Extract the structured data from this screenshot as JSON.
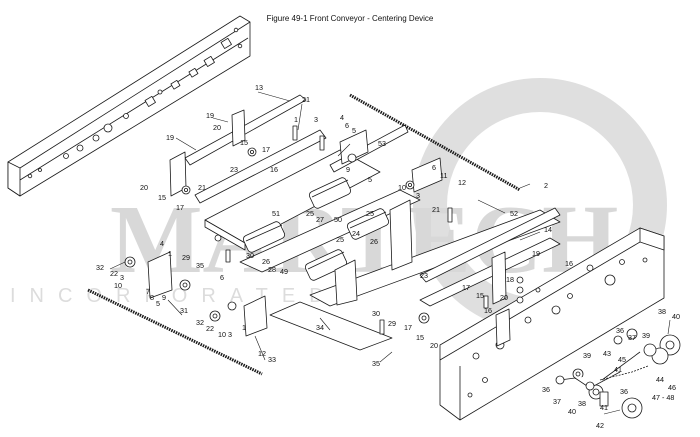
{
  "figure": {
    "title": "Figure 49-1 Front Conveyor - Centering Device"
  },
  "watermark": {
    "brand": "MARTECH",
    "subtitle": "INCORPORATED"
  },
  "callouts": [
    {
      "id": "c13a",
      "text": "13"
    },
    {
      "id": "c21a",
      "text": "21"
    },
    {
      "id": "c19a",
      "text": "19"
    },
    {
      "id": "c20a",
      "text": "20"
    },
    {
      "id": "c1a",
      "text": "1"
    },
    {
      "id": "c3a",
      "text": "3"
    },
    {
      "id": "c4a",
      "text": "4"
    },
    {
      "id": "c6a",
      "text": "6"
    },
    {
      "id": "c5a",
      "text": "5"
    },
    {
      "id": "c53",
      "text": "53"
    },
    {
      "id": "c15a",
      "text": "15"
    },
    {
      "id": "c17a",
      "text": "17"
    },
    {
      "id": "c19b",
      "text": "19"
    },
    {
      "id": "c20b",
      "text": "20"
    },
    {
      "id": "c15b",
      "text": "15"
    },
    {
      "id": "c21b",
      "text": "21"
    },
    {
      "id": "c17b",
      "text": "17"
    },
    {
      "id": "c23a",
      "text": "23"
    },
    {
      "id": "c16a",
      "text": "16"
    },
    {
      "id": "c9a",
      "text": "9"
    },
    {
      "id": "c5b",
      "text": "5"
    },
    {
      "id": "c6b",
      "text": "6"
    },
    {
      "id": "c11",
      "text": "11"
    },
    {
      "id": "c10a",
      "text": "10"
    },
    {
      "id": "c3b",
      "text": "3"
    },
    {
      "id": "c12a",
      "text": "12"
    },
    {
      "id": "c2",
      "text": "2"
    },
    {
      "id": "c21c",
      "text": "21"
    },
    {
      "id": "c51",
      "text": "51"
    },
    {
      "id": "c25a",
      "text": "25"
    },
    {
      "id": "c27",
      "text": "27"
    },
    {
      "id": "c50",
      "text": "50"
    },
    {
      "id": "c25b",
      "text": "25"
    },
    {
      "id": "c52",
      "text": "52"
    },
    {
      "id": "c24",
      "text": "24"
    },
    {
      "id": "c25c",
      "text": "25"
    },
    {
      "id": "c26a",
      "text": "26"
    },
    {
      "id": "c14",
      "text": "14"
    },
    {
      "id": "c4b",
      "text": "4"
    },
    {
      "id": "c1b",
      "text": "1"
    },
    {
      "id": "c32a",
      "text": "32"
    },
    {
      "id": "c22a",
      "text": "22"
    },
    {
      "id": "c3c",
      "text": "3"
    },
    {
      "id": "c10b",
      "text": "10"
    },
    {
      "id": "c29a",
      "text": "29"
    },
    {
      "id": "c35a",
      "text": "35"
    },
    {
      "id": "c30a",
      "text": "30"
    },
    {
      "id": "c28",
      "text": "28"
    },
    {
      "id": "c49",
      "text": "49"
    },
    {
      "id": "c26b",
      "text": "26"
    },
    {
      "id": "c7",
      "text": "7"
    },
    {
      "id": "c8",
      "text": "8"
    },
    {
      "id": "c9b",
      "text": "9"
    },
    {
      "id": "c5c",
      "text": "5"
    },
    {
      "id": "c6c",
      "text": "6"
    },
    {
      "id": "c31",
      "text": "31"
    },
    {
      "id": "c32b",
      "text": "32"
    },
    {
      "id": "c22b",
      "text": "22"
    },
    {
      "id": "c10c",
      "text": "10"
    },
    {
      "id": "c3d",
      "text": "3"
    },
    {
      "id": "c1c",
      "text": "1"
    },
    {
      "id": "c12b",
      "text": "12"
    },
    {
      "id": "c33",
      "text": "33"
    },
    {
      "id": "c34",
      "text": "34"
    },
    {
      "id": "c30b",
      "text": "30"
    },
    {
      "id": "c29b",
      "text": "29"
    },
    {
      "id": "c35b",
      "text": "35"
    },
    {
      "id": "c17c",
      "text": "17"
    },
    {
      "id": "c15c",
      "text": "15"
    },
    {
      "id": "c20c",
      "text": "20"
    },
    {
      "id": "c16b",
      "text": "16"
    },
    {
      "id": "c18",
      "text": "18"
    },
    {
      "id": "c17d",
      "text": "17"
    },
    {
      "id": "c15d",
      "text": "15"
    },
    {
      "id": "c20d",
      "text": "20"
    },
    {
      "id": "c19c",
      "text": "19"
    },
    {
      "id": "c16c",
      "text": "16"
    },
    {
      "id": "c23b",
      "text": "23"
    },
    {
      "id": "c38a",
      "text": "38"
    },
    {
      "id": "c40a",
      "text": "40"
    },
    {
      "id": "c36a",
      "text": "36"
    },
    {
      "id": "c37a",
      "text": "37"
    },
    {
      "id": "c43",
      "text": "43"
    },
    {
      "id": "c39a",
      "text": "39"
    },
    {
      "id": "c45",
      "text": "45"
    },
    {
      "id": "c41",
      "text": "41"
    },
    {
      "id": "c44",
      "text": "44"
    },
    {
      "id": "c46",
      "text": "46"
    },
    {
      "id": "c36b",
      "text": "36"
    },
    {
      "id": "c37b",
      "text": "37"
    },
    {
      "id": "c39b",
      "text": "39"
    },
    {
      "id": "c38b",
      "text": "38"
    },
    {
      "id": "c40b",
      "text": "40"
    },
    {
      "id": "c41b",
      "text": "41"
    },
    {
      "id": "c4748",
      "text": "47 - 48"
    },
    {
      "id": "c42",
      "text": "42"
    },
    {
      "id": "c36c",
      "text": "36"
    }
  ]
}
